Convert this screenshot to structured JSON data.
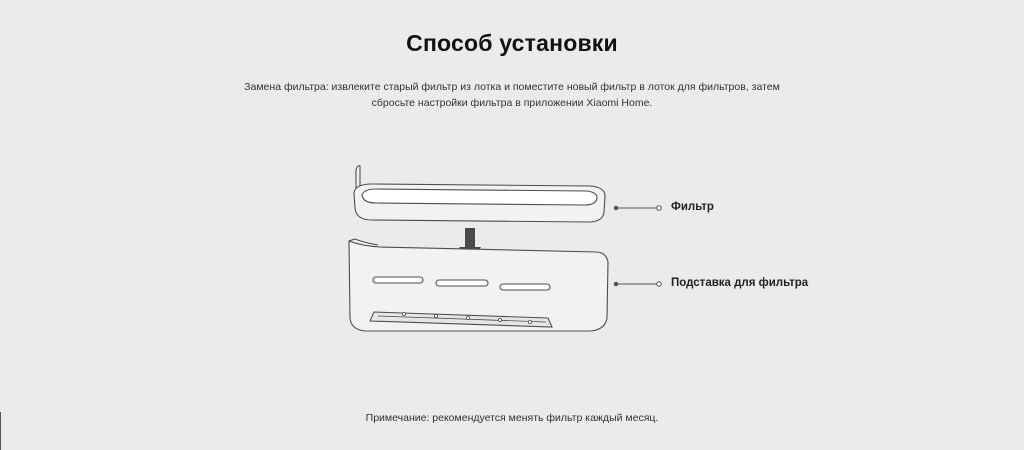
{
  "header": {
    "title": "Способ установки",
    "description": "Замена фильтра: извлеките старый фильтр из лотка и поместите новый фильтр в лоток для фильтров, затем сбросьте настройки фильтра в приложении Xiaomi Home."
  },
  "diagram": {
    "labels": {
      "filter": "Фильтр",
      "filter_stand": "Подставка для фильтра"
    }
  },
  "footer": {
    "note": "Примечание: рекомендуется менять фильтр каждый месяц."
  },
  "colors": {
    "background": "#ebebeb",
    "outline": "#555555",
    "arrow": "#4a4a4a"
  }
}
